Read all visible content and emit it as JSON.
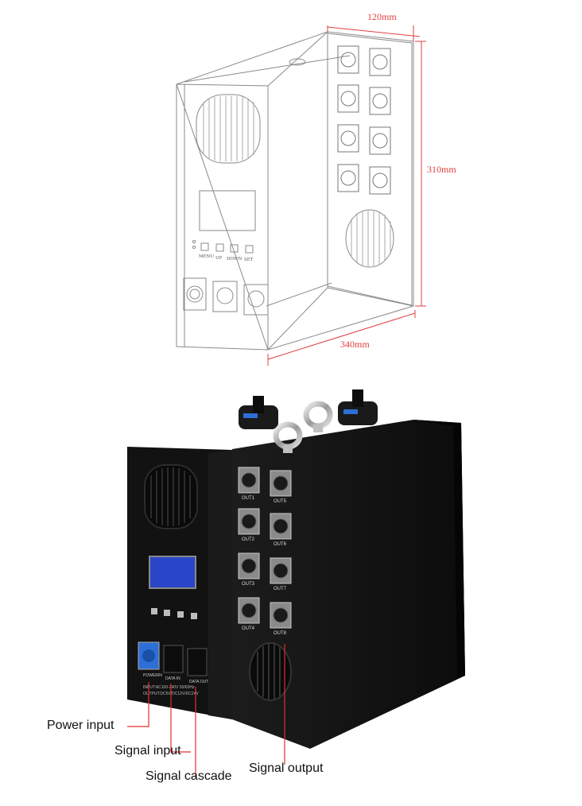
{
  "sketch": {
    "dimensions": {
      "width": "120mm",
      "height": "310mm",
      "length": "340mm"
    },
    "buttons": [
      "MENU",
      "UP",
      "DOWN",
      "SET"
    ]
  },
  "photo": {
    "outputs": [
      "OUT1",
      "OUT2",
      "OUT3",
      "OUT4",
      "OUT5",
      "OUT6",
      "OUT7",
      "OUT8"
    ],
    "connector_labels": [
      "POWERIN",
      "DATA IN",
      "DATA OUT"
    ],
    "spec_lines": [
      "INPUT:AC100-240V 50/60Hz",
      "OUTPUT:DC5V/DC12V/DC24V"
    ]
  },
  "callouts": {
    "power_input": "Power input",
    "signal_input": "Signal input",
    "signal_cascade": "Signal cascade",
    "signal_output": "Signal output"
  },
  "colors": {
    "dimension": "#e04040",
    "callout_line": "#e03030",
    "lcd": "#2a46c8",
    "power_connector": "#2d6fd6"
  }
}
